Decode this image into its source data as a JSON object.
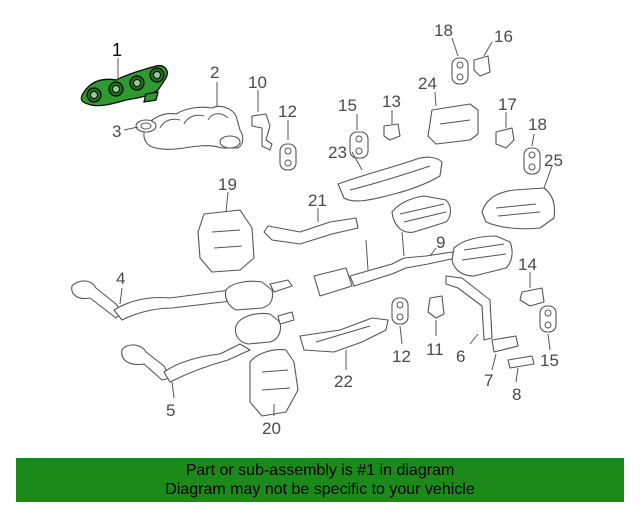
{
  "colors": {
    "highlight": "#2f9a2f",
    "footer_band": "#1b8a1b",
    "line": "#555555"
  },
  "callouts": {
    "c1": "1",
    "c2": "2",
    "c3": "3",
    "c4": "4",
    "c5": "5",
    "c6": "6",
    "c7": "7",
    "c8": "8",
    "c9": "9",
    "c10": "10",
    "c11": "11",
    "c12a": "12",
    "c12b": "12",
    "c13": "13",
    "c14": "14",
    "c15a": "15",
    "c15b": "15",
    "c16": "16",
    "c17": "17",
    "c18a": "18",
    "c18b": "18",
    "c19": "19",
    "c20": "20",
    "c21": "21",
    "c22": "22",
    "c23": "23",
    "c24": "24",
    "c25": "25"
  },
  "highlighted_part": "1",
  "footer": {
    "line1": "Part or sub-assembly is #1 in diagram",
    "line2": "Diagram may not be specific to your vehicle"
  }
}
